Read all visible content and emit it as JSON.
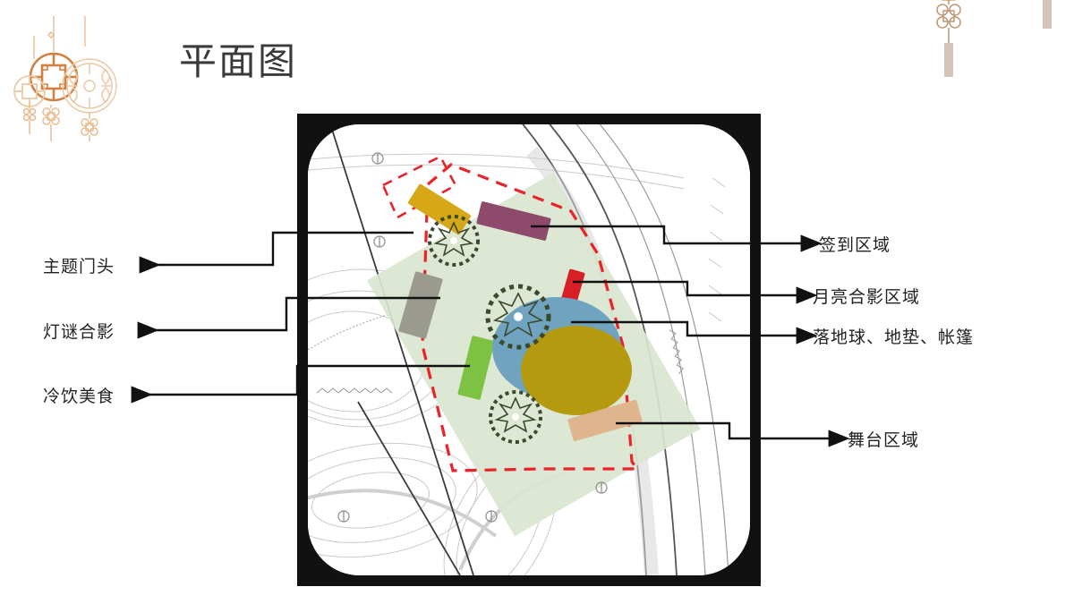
{
  "slide": {
    "title": "平面图",
    "background_color": "#ffffff",
    "accent_color": "#d08040"
  },
  "decorations": {
    "top_left": {
      "name": "chinese-ornament-cluster",
      "colors": [
        "#d08040",
        "#e8b88a",
        "#ecc9a6"
      ]
    },
    "top_right": {
      "name": "chinese-hanging-ornaments",
      "colors": [
        "#c08a5e",
        "#d9a875",
        "#cdbbaa"
      ]
    }
  },
  "plan": {
    "frame_color": "#111111",
    "paper_color": "#ffffff",
    "zone_fill": "#d9e6d0",
    "boundary_color": "#e8232a",
    "elements": [
      {
        "name": "theme-gate-bar",
        "color": "#d6a818"
      },
      {
        "name": "sign-in-bar",
        "color": "#8d4a6b"
      },
      {
        "name": "lantern-riddle-bar",
        "color": "#9a9a8e"
      },
      {
        "name": "cold-drink-bar",
        "color": "#7dc242"
      },
      {
        "name": "moon-photo-bar",
        "color": "#d81f26"
      },
      {
        "name": "inflatable-ball",
        "color": "#6fa3bf"
      },
      {
        "name": "mat-area",
        "color": "#b5990e"
      },
      {
        "name": "stage-bar",
        "color": "#deb58d"
      }
    ]
  },
  "callouts": {
    "left": [
      {
        "label": "主题门头"
      },
      {
        "label": "灯谜合影"
      },
      {
        "label": "冷饮美食"
      }
    ],
    "right": [
      {
        "label": "签到区域"
      },
      {
        "label": "月亮合影区域"
      },
      {
        "label": "落地球、地垫、帐篷"
      },
      {
        "label": "舞台区域"
      }
    ]
  }
}
